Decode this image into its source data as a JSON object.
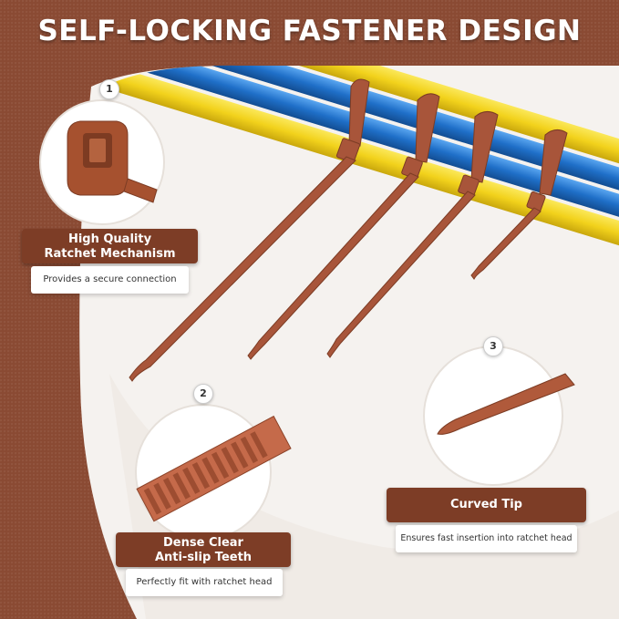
{
  "title": "SELF-LOCKING FASTENER DESIGN",
  "colors": {
    "brand": "#8a4a33",
    "label": "#7d3d26",
    "tie": "#a8553a",
    "wire_yellow": "#f2d21c",
    "wire_blue": "#1f6fc8"
  },
  "features": [
    {
      "number": "1",
      "title_line1": "High Quality",
      "title_line2": "Ratchet Mechanism",
      "caption": "Provides a secure connection"
    },
    {
      "number": "2",
      "title_line1": "Dense Clear",
      "title_line2": "Anti-slip Teeth",
      "caption": "Perfectly fit with ratchet head"
    },
    {
      "number": "3",
      "title_line1": "Curved Tip",
      "title_line2": "",
      "caption": "Ensures fast insertion into ratchet head"
    }
  ]
}
